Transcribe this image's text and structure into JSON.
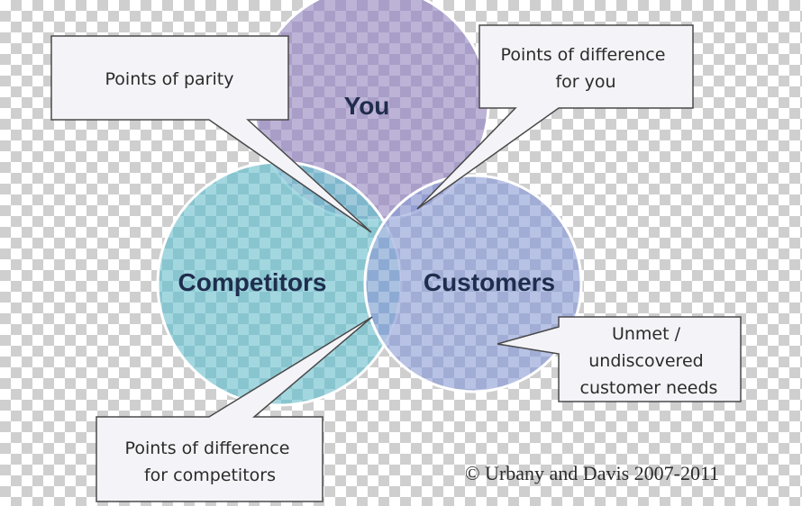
{
  "circles": {
    "you": {
      "label": "You",
      "color": "#9d8fc4"
    },
    "competitors": {
      "label": "Competitors",
      "color": "#6ec1cf"
    },
    "customers": {
      "label": "Customers",
      "color": "#8f9fd6"
    }
  },
  "callouts": {
    "parity": {
      "lines": [
        "Points of parity"
      ]
    },
    "diff_you": {
      "lines": [
        "Points of difference",
        "for you"
      ]
    },
    "unmet": {
      "lines": [
        "Unmet /",
        "undiscovered",
        "customer needs"
      ]
    },
    "diff_competitors": {
      "lines": [
        "Points of difference",
        "for competitors"
      ]
    }
  },
  "copyright": "© Urbany and Davis 2007-2011",
  "colors": {
    "callout_fill": "#f4f4f8",
    "callout_stroke": "#4a4a4a",
    "label_text": "#1f2d4d"
  }
}
